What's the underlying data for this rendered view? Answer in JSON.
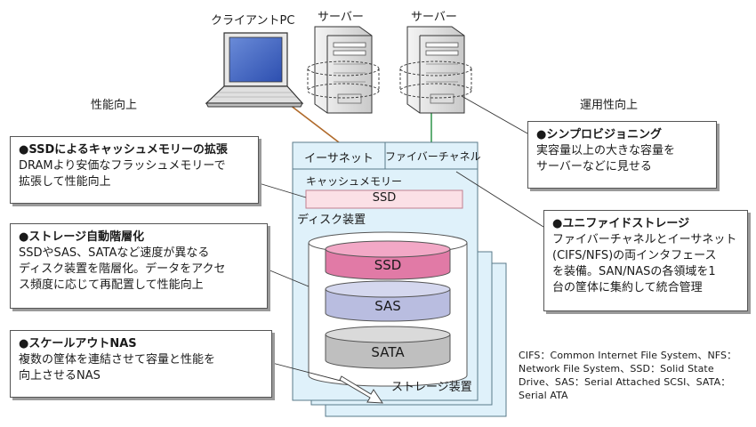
{
  "labels": {
    "client_pc": "クライアントPC",
    "server_1": "サーバー",
    "server_2": "サーバー",
    "performance_up": "性能向上",
    "operation_up": "運用性向上"
  },
  "storage": {
    "ethernet": "イーサネット",
    "fibre_channel": "ファイバーチャネル",
    "cache_memory": "キャッシュメモリー",
    "cache_ssd": "SSD",
    "disk_unit": "ディスク装置",
    "drums": [
      "SSD",
      "SAS",
      "SATA"
    ],
    "storage_unit": "ストレージ装置"
  },
  "callouts": {
    "ssd_cache": {
      "title": "●SSDによるキャッシュメモリーの拡張",
      "lines": [
        "DRAMより安価なフラッシュメモリーで",
        "拡張して性能向上"
      ]
    },
    "tiering": {
      "title": "●ストレージ自動階層化",
      "lines": [
        "SSDやSAS、SATAなど速度が異なる",
        "ディスク装置を階層化。データをアクセ",
        "ス頻度に応じて再配置して性能向上"
      ]
    },
    "scaleout": {
      "title": "●スケールアウトNAS",
      "lines": [
        "複数の筐体を連結させて容量と性能を",
        "向上させるNAS"
      ]
    },
    "thin": {
      "title": "●シンプロビジョニング",
      "lines": [
        "実容量以上の大きな容量を",
        "サーバーなどに見せる"
      ]
    },
    "unified": {
      "title": "●ユニファイドストレージ",
      "lines": [
        "ファイバーチャネルとイーサネット",
        "(CIFS/NFS)の両インタフェース",
        "を装備。SAN/NASの各領域を1",
        "台の筐体に集約して統合管理"
      ]
    }
  },
  "footnote": [
    "CIFS：Common Internet File System、NFS：",
    "Network File System、SSD：Solid State",
    "Drive、SAS：Serial Attached SCSI、SATA：",
    "Serial ATA"
  ],
  "colors": {
    "storage_fill": "#dff1fa",
    "storage_border": "#5a7a8a",
    "ssd_cache_fill": "#fbe0e6",
    "drum_ssd": "#e17aa6",
    "drum_sas": "#b9bde0",
    "drum_sata": "#bfbfbf",
    "ethernet_line": "#b06a2a",
    "fibre_line": "#3a9a55"
  }
}
